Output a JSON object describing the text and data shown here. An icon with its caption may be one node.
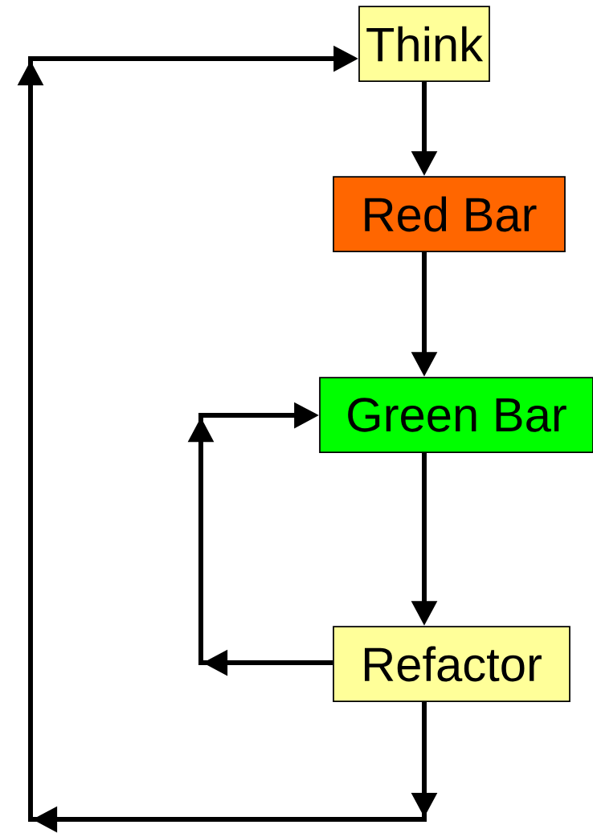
{
  "diagram": {
    "nodes": [
      {
        "text": [
          "Think"
        ]
      },
      {
        "text": [
          "Red Bar"
        ]
      },
      {
        "text": [
          "Green Bar"
        ]
      },
      {
        "text": [
          "Refactor"
        ]
      }
    ],
    "edges": [
      {
        "from": 0,
        "to": 1,
        "arrow": "to"
      },
      {
        "from": 1,
        "to": 2,
        "arrow": "to"
      },
      {
        "from": 2,
        "to": 3,
        "arrow": "to"
      },
      {
        "from": 3,
        "to": 2,
        "arrow": "to"
      },
      {
        "from": 3,
        "to": 0,
        "arrow": "to"
      }
    ]
  }
}
